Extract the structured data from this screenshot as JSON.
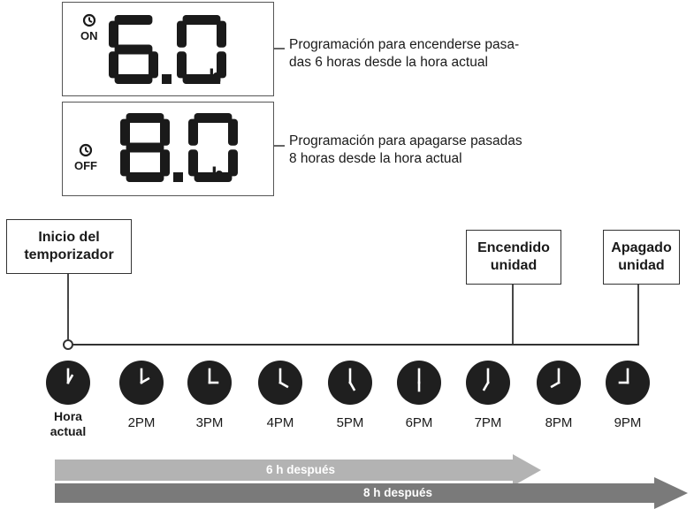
{
  "displays": [
    {
      "mode": "ON",
      "value": "6.0",
      "unit": "h",
      "description": "Programación para encenderse pasa-\ndas 6 horas desde la hora actual"
    },
    {
      "mode": "OFF",
      "value": "8.0",
      "unit": "h",
      "description": "Programación para apagarse pasadas\n8 horas desde la hora actual"
    }
  ],
  "boxes": {
    "start": "Inicio del\ntemporizador",
    "on": "Encendido\nunidad",
    "off": "Apagado\nunidad"
  },
  "clock_labels": [
    "Hora actual",
    "2PM",
    "3PM",
    "4PM",
    "5PM",
    "6PM",
    "7PM",
    "8PM",
    "9PM"
  ],
  "arrows": {
    "six": "6 h después",
    "eight": "8 h después"
  },
  "colors": {
    "clock_face": "#1f1f1f",
    "arrow_light": "#b3b3b3",
    "arrow_dark": "#7a7a7a",
    "line": "#333333"
  }
}
